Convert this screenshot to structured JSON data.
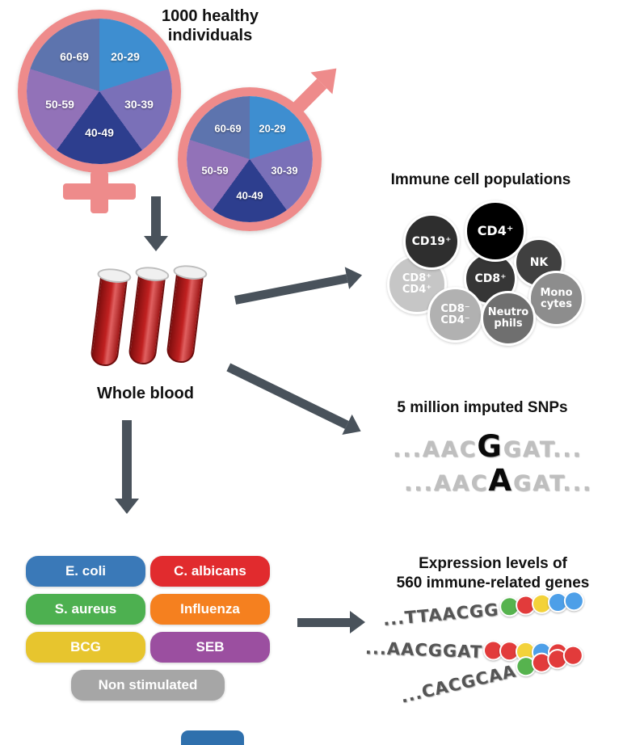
{
  "header": {
    "title": "1000 healthy individuals"
  },
  "demographics": {
    "female_symbol": "female",
    "male_symbol": "male",
    "symbol_color": "#ee8b8b",
    "age_groups": [
      {
        "label": "20-29",
        "color": "#3e8ed0"
      },
      {
        "label": "30-39",
        "color": "#7a70b8"
      },
      {
        "label": "40-49",
        "color": "#2d3e8e"
      },
      {
        "label": "50-59",
        "color": "#9272b8"
      },
      {
        "label": "60-69",
        "color": "#5d74ae"
      }
    ]
  },
  "blood": {
    "label": "Whole blood"
  },
  "immune_cells": {
    "title": "Immune cell populations",
    "cells": [
      {
        "label": "CD19⁺",
        "color": "#2e2e2e"
      },
      {
        "label": "CD4⁺",
        "color": "#000000"
      },
      {
        "label": "NK",
        "color": "#404040"
      },
      {
        "label": "CD8⁺",
        "color": "#363636"
      },
      {
        "label": "CD8⁺ CD4⁺",
        "color": "#c6c6c6"
      },
      {
        "label": "CD8⁻ CD4⁻",
        "color": "#b1b1b1"
      },
      {
        "label": "Neutro phils",
        "color": "#6f6f6f"
      },
      {
        "label": "Mono cytes",
        "color": "#8d8d8d"
      }
    ]
  },
  "snps": {
    "title": "5 million imputed SNPs",
    "sequences": [
      {
        "prefix": "...AAC",
        "variant": "G",
        "suffix": "GAT..."
      },
      {
        "prefix": "...AAC",
        "variant": "A",
        "suffix": "GAT..."
      }
    ]
  },
  "stimuli": {
    "items": [
      {
        "label": "E. coli",
        "color": "#3a79b8"
      },
      {
        "label": "C. albicans",
        "color": "#e12b2e"
      },
      {
        "label": "S. aureus",
        "color": "#4db050"
      },
      {
        "label": "Influenza",
        "color": "#f5801f"
      },
      {
        "label": "BCG",
        "color": "#e7c52e"
      },
      {
        "label": "SEB",
        "color": "#9b4fa0"
      },
      {
        "label": "Non stimulated",
        "color": "#a6a6a6"
      }
    ]
  },
  "expression": {
    "title_line1": "Expression levels of",
    "title_line2": "560 immune-related genes",
    "bead_colors": {
      "green": "#56b34e",
      "red": "#e23b3b",
      "yellow": "#f3d23a",
      "blue": "#4d9fe8"
    },
    "genes": [
      {
        "sequence": "...TTAACGG",
        "beads": [
          "green",
          "red",
          "yellow",
          "blue",
          "blue"
        ]
      },
      {
        "sequence": "...AACGGAT",
        "beads": [
          "red",
          "red",
          "yellow",
          "blue",
          "red"
        ]
      },
      {
        "sequence": "...CACGCAA",
        "beads": [
          "green",
          "red",
          "red",
          "red"
        ]
      }
    ]
  },
  "footer": {
    "cropped_bar_color": "#2f70ad"
  }
}
